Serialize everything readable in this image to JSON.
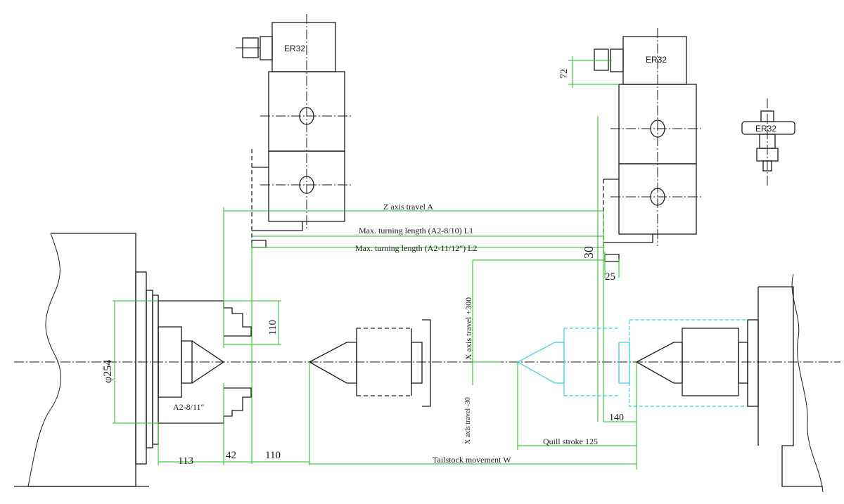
{
  "turret_label_1": "ER32",
  "turret_label_2": "ER32",
  "tool_label": "ER32",
  "dim_72": "72",
  "dim_30": "30",
  "dim_25": "25",
  "dim_110_v": "110",
  "dim_phi254": "φ254",
  "spindle_nose": "A2-8/11\"",
  "z_axis_travel": "Z axis travel A",
  "max_turn_l1": "Max. turning length (A2-8/10) L1",
  "max_turn_l2": "Max. turning length (A2-11/12\") L2",
  "x_travel_plus": "X axis travel +300",
  "x_travel_minus": "X axis travel -30",
  "dim_140": "140",
  "quill_stroke": "Quill stroke 125",
  "dim_113": "113",
  "dim_42": "42",
  "dim_110_h": "110",
  "tailstock_movement": "Tailstock movement W"
}
